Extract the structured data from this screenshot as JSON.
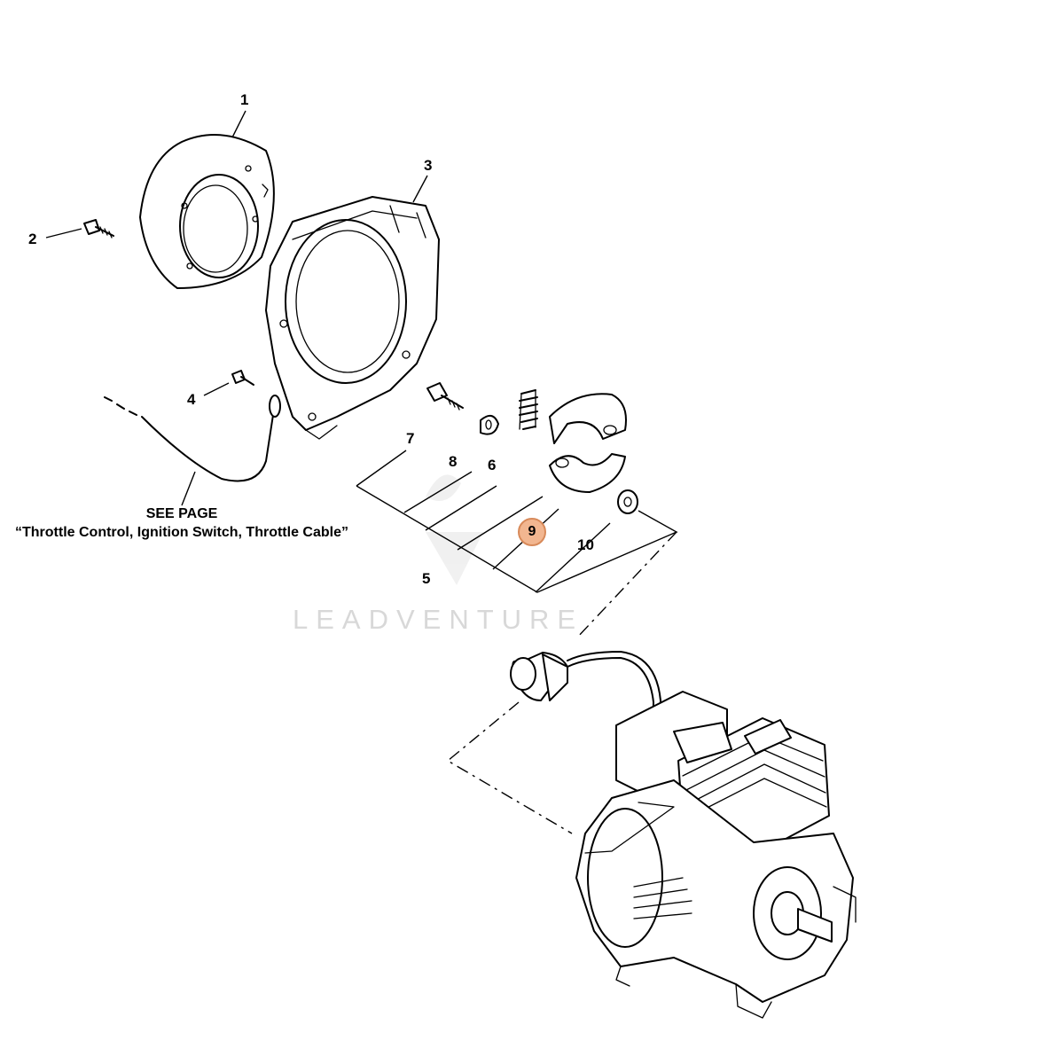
{
  "diagram": {
    "callouts": [
      {
        "id": "c1",
        "label": "1"
      },
      {
        "id": "c2",
        "label": "2"
      },
      {
        "id": "c3",
        "label": "3"
      },
      {
        "id": "c4",
        "label": "4"
      },
      {
        "id": "c5",
        "label": "5"
      },
      {
        "id": "c6",
        "label": "6"
      },
      {
        "id": "c7",
        "label": "7"
      },
      {
        "id": "c8",
        "label": "8"
      },
      {
        "id": "c9",
        "label": "9",
        "highlighted": true
      },
      {
        "id": "c10",
        "label": "10"
      }
    ],
    "highlight_color": "#f2b690",
    "see_page": {
      "line1": "SEE PAGE",
      "line2": "“Throttle Control, Ignition Switch, Throttle Cable”"
    },
    "watermark": "LEADVENTURE"
  }
}
